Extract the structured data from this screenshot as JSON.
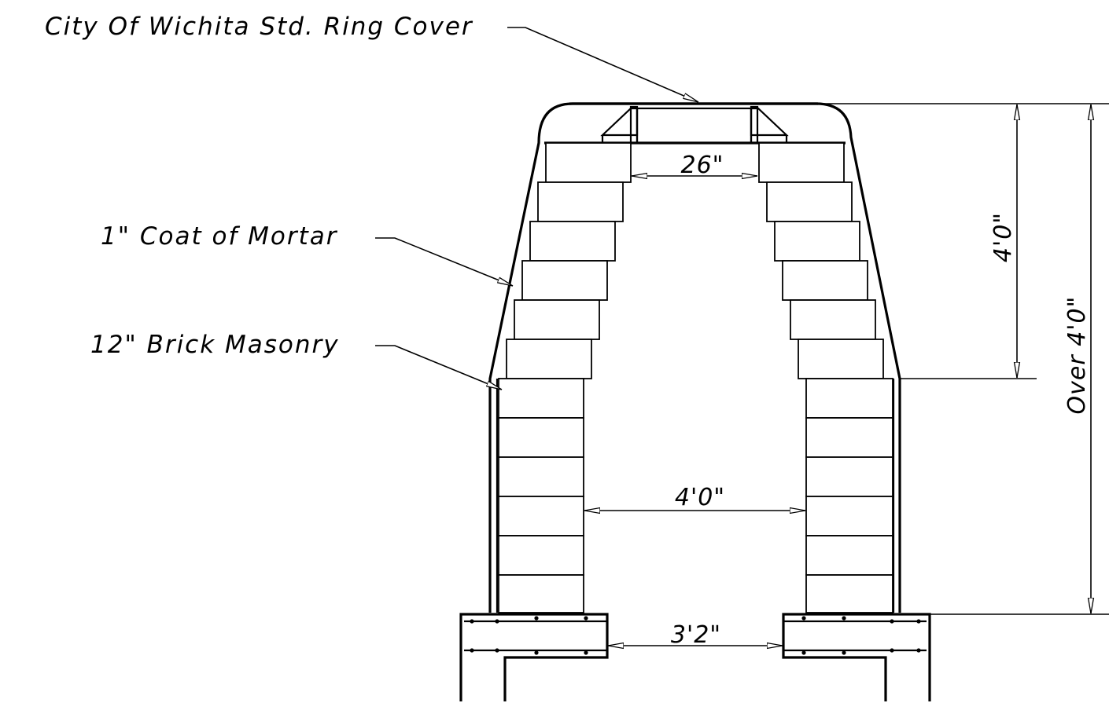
{
  "labels": {
    "ring_cover": "City Of Wichita Std. Ring Cover",
    "mortar": "1\" Coat of Mortar",
    "brick": "12\" Brick Masonry"
  },
  "dimensions": {
    "opening": "26\"",
    "inner_width": "4'0\"",
    "base_opening": "3'2\"",
    "cone_height": "4'0\"",
    "total_height": "Over 4'0\""
  }
}
